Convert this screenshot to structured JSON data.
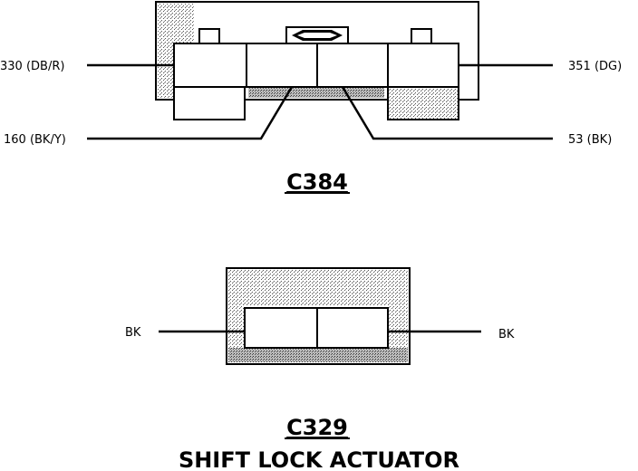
{
  "connectors": [
    {
      "id": "C384",
      "wires": [
        {
          "label": "330 (DB/R)",
          "side": "left"
        },
        {
          "label": "351 (DG)",
          "side": "right"
        },
        {
          "label": "160 (BK/Y)",
          "side": "left"
        },
        {
          "label": "53 (BK)",
          "side": "right"
        }
      ]
    },
    {
      "id": "C329",
      "component": "SHIFT LOCK ACTUATOR",
      "wires": [
        {
          "label": "BK",
          "side": "left"
        },
        {
          "label": "BK",
          "side": "right"
        }
      ]
    }
  ],
  "colors": {
    "line": "#000000",
    "shading": "#c8c8c8",
    "background": "#ffffff"
  }
}
